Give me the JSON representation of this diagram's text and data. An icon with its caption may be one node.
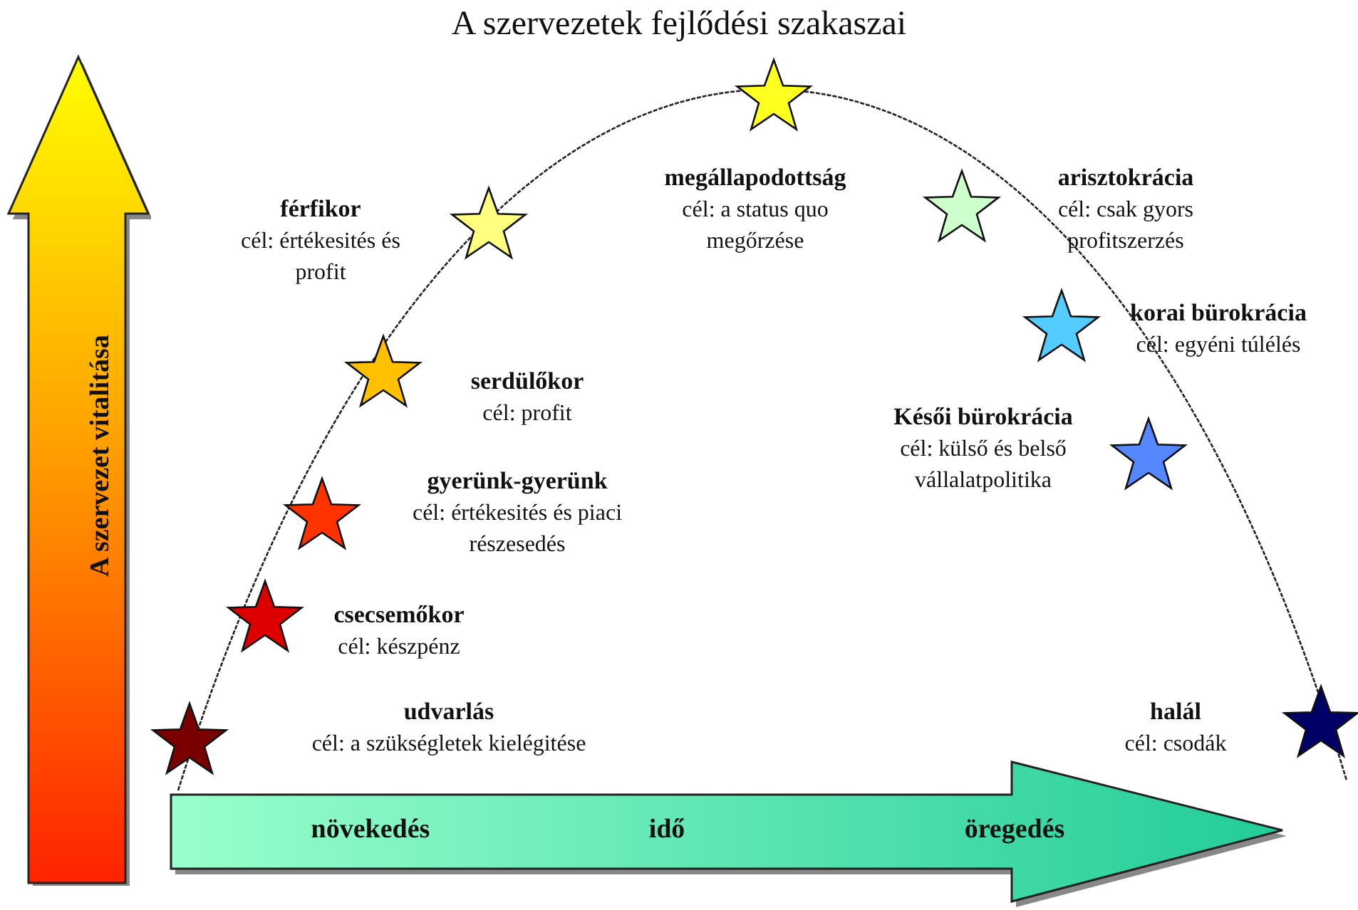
{
  "diagram": {
    "title": "A szervezetek fejlődési szakaszai",
    "nodes": [
      {
        "text": [
          "A szervezet vitalitása"
        ]
      },
      {
        "text": [
          "növekedés",
          "idő",
          "öregedés"
        ]
      },
      {
        "text": [],
        "shape": "star",
        "beside": [
          "udvarlás",
          "cél: a szükségletek kielégitése"
        ]
      },
      {
        "text": [],
        "shape": "star",
        "beside": [
          "csecsemőkor",
          "cél: készpénz"
        ]
      },
      {
        "text": [],
        "shape": "star",
        "beside": [
          "gyerünk-gyerünk",
          "cél: értékesités és piaci részesedés"
        ]
      },
      {
        "text": [],
        "shape": "star",
        "beside": [
          "serdülőkor",
          "cél: profit"
        ]
      },
      {
        "text": [],
        "shape": "star",
        "beside": [
          "férfikor",
          "cél: értékesités és profit"
        ]
      },
      {
        "text": [],
        "shape": "star",
        "beside": [
          "megállapodottság",
          "cél: a status quo megőrzése"
        ]
      },
      {
        "text": [],
        "shape": "star",
        "beside": [
          "arisztokrácia",
          "cél: csak gyors profitszerzés"
        ]
      },
      {
        "text": [],
        "shape": "star",
        "beside": [
          "korai bürokrácia",
          "cél: egyéni túlélés"
        ]
      },
      {
        "text": [],
        "shape": "star",
        "beside": [
          "Késői bürokrácia",
          "cél: külső és belső vállalatpolitika"
        ]
      },
      {
        "text": [],
        "shape": "star",
        "beside": [
          "halál",
          "cél: csodák"
        ]
      }
    ],
    "edges": []
  }
}
